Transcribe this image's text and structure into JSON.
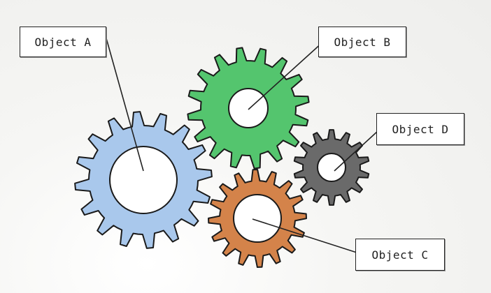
{
  "labels": {
    "a": "Object A",
    "b": "Object B",
    "c": "Object C",
    "d": "Object D"
  },
  "gears": [
    {
      "id": "a",
      "name": "Object A",
      "teeth": 16,
      "color": "#a9c8ec"
    },
    {
      "id": "b",
      "name": "Object B",
      "teeth": 16,
      "color": "#54c56e"
    },
    {
      "id": "c",
      "name": "Object C",
      "teeth": 16,
      "color": "#d4834a"
    },
    {
      "id": "d",
      "name": "Object D",
      "teeth": 14,
      "color": "#6a6a6a"
    }
  ],
  "colors": {
    "outline": "#1a1a1a",
    "hole": "#ffffff",
    "connector": "#222222"
  }
}
